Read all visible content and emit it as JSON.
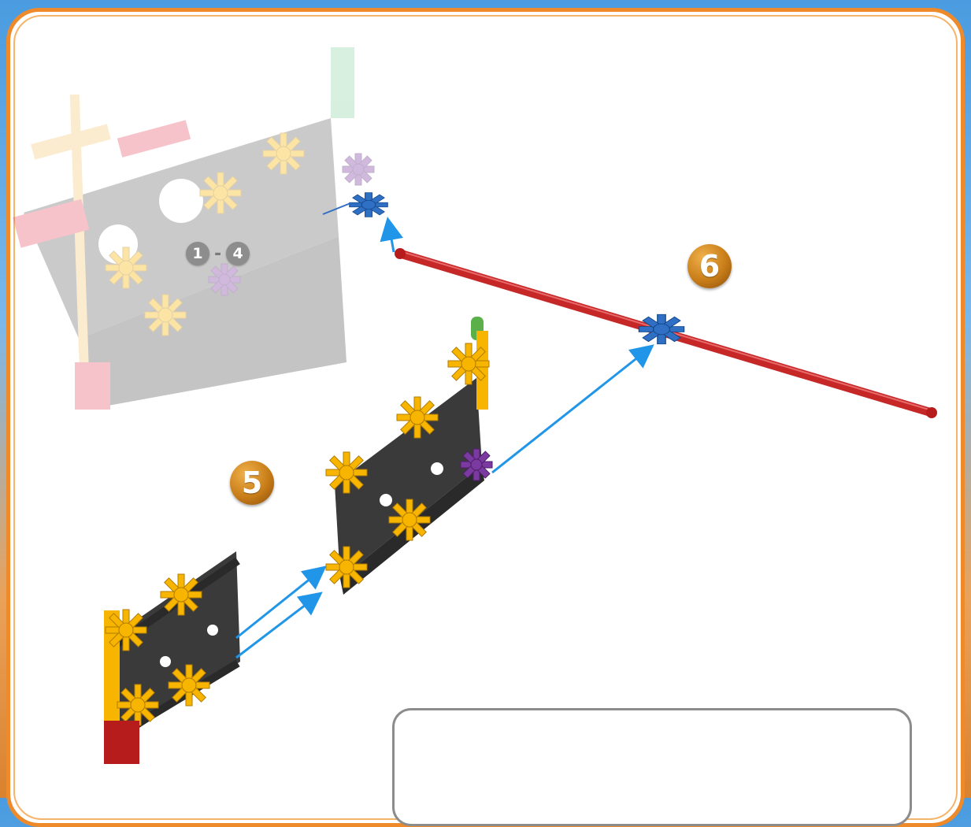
{
  "steps": {
    "previous_range": {
      "from": "1",
      "separator": "-",
      "to": "4"
    },
    "step5": "5",
    "step6": "6"
  },
  "colors": {
    "frame_border": "#ef8a2a",
    "arrow": "#2196e8",
    "rod": "#c62828",
    "gear_blue": "#2f6fc4",
    "gear_yellow": "#f7b500",
    "gear_purple": "#7b3aa0",
    "connector_green": "#5bb04a",
    "frame_dark": "#3a3a3a",
    "connector_red": "#b71c1c"
  },
  "icons": [
    "step-badge-icon",
    "arrow-icon",
    "gear-icon"
  ]
}
